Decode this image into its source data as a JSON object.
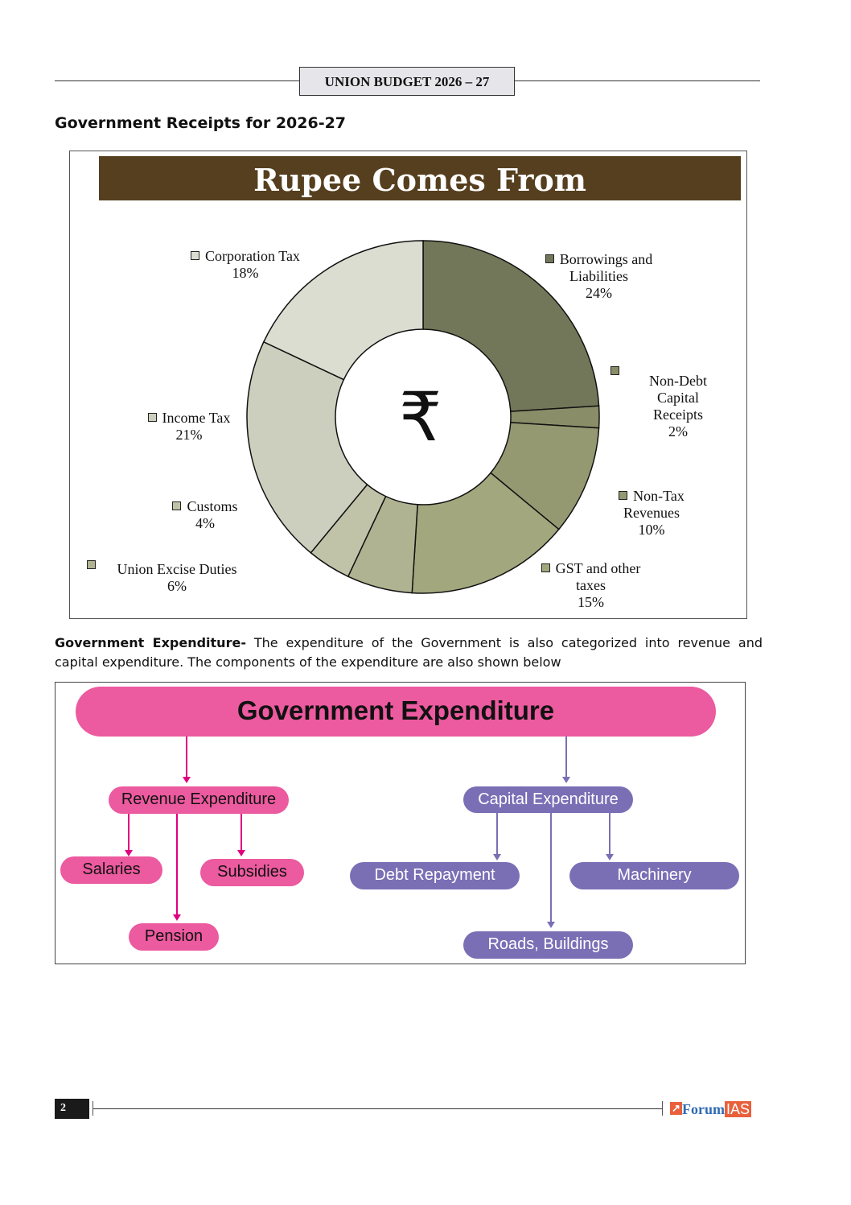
{
  "header": {
    "title": "UNION BUDGET 2026 – 27"
  },
  "section_title": "Government Receipts for 2026-27",
  "chart_data": {
    "type": "pie",
    "title": "Rupee Comes From",
    "center_symbol": "₹",
    "slices": [
      {
        "name": "Borrowings and Liabilities",
        "lines": [
          "Borrowings and",
          "Liabilities"
        ],
        "value": 24,
        "label": "24%",
        "color": "#737759"
      },
      {
        "name": "Non-Debt Capital Receipts",
        "lines": [
          "Non-Debt",
          "Capital",
          "Receipts"
        ],
        "value": 2,
        "label": "2%",
        "color": "#8a8e68"
      },
      {
        "name": "Non-Tax Revenues",
        "lines": [
          "Non-Tax",
          "Revenues"
        ],
        "value": 10,
        "label": "10%",
        "color": "#959971"
      },
      {
        "name": "GST and other taxes",
        "lines": [
          "GST and other",
          "taxes"
        ],
        "value": 15,
        "label": "15%",
        "color": "#a3a77e"
      },
      {
        "name": "Union Excise Duties",
        "lines": [
          "Union Excise Duties"
        ],
        "value": 6,
        "label": "6%",
        "color": "#b0b391"
      },
      {
        "name": "Customs",
        "lines": [
          "Customs"
        ],
        "value": 4,
        "label": "4%",
        "color": "#c1c3a8"
      },
      {
        "name": "Income Tax",
        "lines": [
          "Income Tax"
        ],
        "value": 21,
        "label": "21%",
        "color": "#cdcfbe"
      },
      {
        "name": "Corporation Tax",
        "lines": [
          "Corporation Tax"
        ],
        "value": 18,
        "label": "18%",
        "color": "#dcddd1"
      }
    ]
  },
  "expenditure_text": {
    "bold": "Government Expenditure-",
    "body": " The expenditure of the Government is also categorized into revenue and capital expenditure. The components of the expenditure are also shown below"
  },
  "diagram": {
    "title": "Government Expenditure",
    "revenue": {
      "label": "Revenue Expenditure",
      "children": [
        "Salaries",
        "Subsidies",
        "Pension"
      ]
    },
    "capital": {
      "label": "Capital Expenditure",
      "children": [
        "Debt Repayment",
        "Machinery",
        "Roads, Buildings"
      ]
    },
    "colors": {
      "pink": "#ec5a9f",
      "purple": "#7a6fb5",
      "arrow_pink": "#e0007f",
      "arrow_purple": "#7a6fb5"
    }
  },
  "footer": {
    "page": "2",
    "logo_a": "Forum",
    "logo_b": "IAS"
  }
}
